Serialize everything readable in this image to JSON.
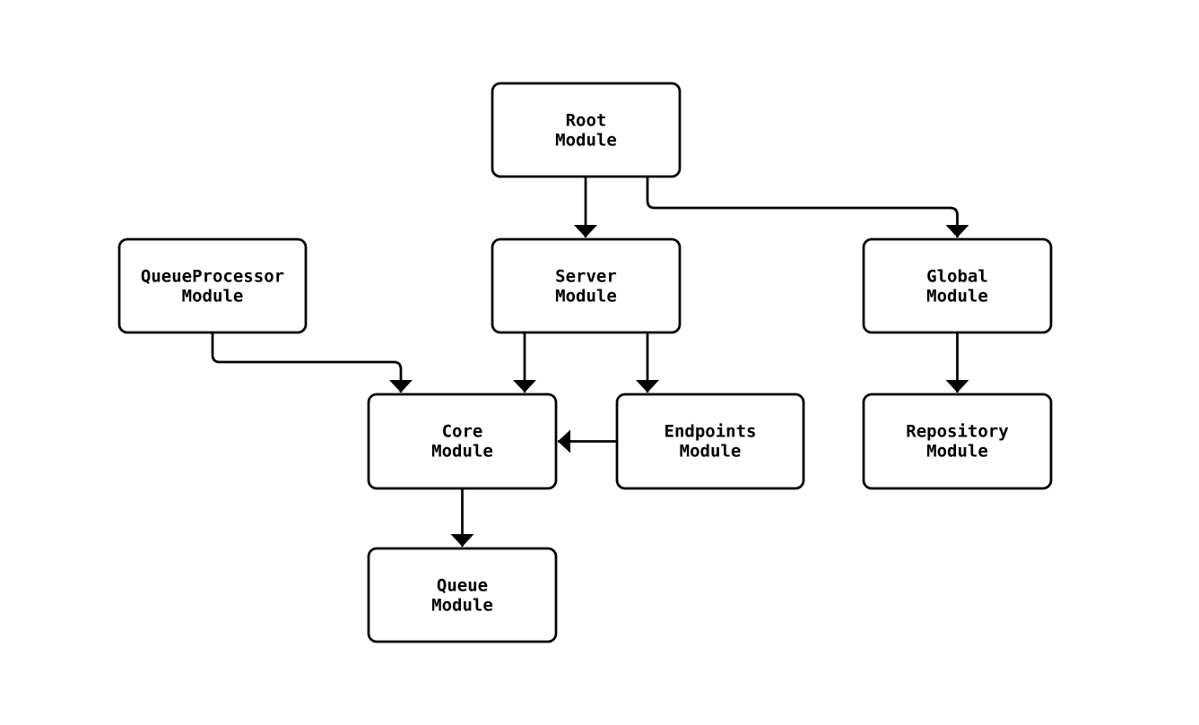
{
  "diagram": {
    "type": "flowchart",
    "background_color": "#ffffff",
    "stroke_color": "#000000",
    "node_fill_color": "#ffffff",
    "text_color": "#000000",
    "nodes": [
      {
        "id": "root",
        "line1": "Root",
        "line2": "Module"
      },
      {
        "id": "queueprocessor",
        "line1": "QueueProcessor",
        "line2": "Module"
      },
      {
        "id": "server",
        "line1": "Server",
        "line2": "Module"
      },
      {
        "id": "global",
        "line1": "Global",
        "line2": "Module"
      },
      {
        "id": "core",
        "line1": "Core",
        "line2": "Module"
      },
      {
        "id": "endpoints",
        "line1": "Endpoints",
        "line2": "Module"
      },
      {
        "id": "repository",
        "line1": "Repository",
        "line2": "Module"
      },
      {
        "id": "queue",
        "line1": "Queue",
        "line2": "Module"
      }
    ],
    "edges": [
      {
        "from": "root",
        "to": "server"
      },
      {
        "from": "root",
        "to": "global"
      },
      {
        "from": "queueprocessor",
        "to": "core"
      },
      {
        "from": "server",
        "to": "core"
      },
      {
        "from": "server",
        "to": "endpoints"
      },
      {
        "from": "endpoints",
        "to": "core"
      },
      {
        "from": "core",
        "to": "queue"
      },
      {
        "from": "global",
        "to": "repository"
      }
    ]
  }
}
